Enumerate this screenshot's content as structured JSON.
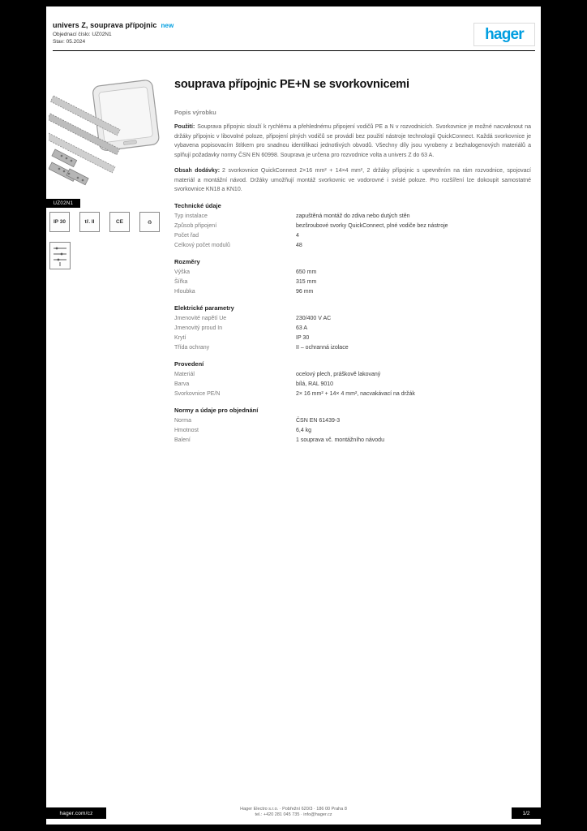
{
  "header": {
    "line1": "univers Z, souprava přípojnic",
    "new_badge": "new",
    "line2": "Objednací číslo: UZ02N1",
    "line3": "Stav: 05.2024",
    "logo": "hager"
  },
  "product": {
    "title": "souprava přípojnic PE+N se svorkovnicemi",
    "ref": "UZ02N1",
    "description_label": "Popis výrobku",
    "paragraphs": [
      {
        "lead": "Použití:",
        "text": "Souprava přípojnic slouží k rychlému a přehlednému připojení vodičů PE a N v rozvodnicích. Svorkovnice je možné nacvaknout na držáky přípojnic v libovolné poloze, připojení plných vodičů se provádí bez použití nástroje technologií QuickConnect. Každá svorkovnice je vybavena popisovacím štítkem pro snadnou identifikaci jednotlivých obvodů. Všechny díly jsou vyrobeny z bezhalogenových materiálů a splňují požadavky normy ČSN EN 60998. Souprava je určena pro rozvodnice volta a univers Z do 63 A."
      },
      {
        "lead": "Obsah dodávky:",
        "text": "2 svorkovnice QuickConnect 2×16 mm² + 14×4 mm², 2 držáky přípojnic s upevněním na rám rozvodnice, spojovací materiál a montážní návod. Držáky umožňují montáž svorkovnic ve vodorovné i svislé poloze. Pro rozšíření lze dokoupit samostatné svorkovnice KN18 a KN10."
      }
    ]
  },
  "icons": {
    "items": [
      {
        "label": "IP 30"
      },
      {
        "label": "tř. II"
      },
      {
        "label": "CE"
      },
      {
        "label": "♻"
      }
    ]
  },
  "spec": {
    "rows": [
      {
        "type": "header",
        "label": "Technické údaje"
      },
      {
        "type": "row",
        "label": "Typ instalace",
        "value": "zapuštěná montáž do zdiva nebo dutých stěn"
      },
      {
        "type": "row",
        "label": "Způsob připojení",
        "value": "bezšroubové svorky QuickConnect, plné vodiče bez nástroje"
      },
      {
        "type": "row",
        "label": "Počet řad",
        "value": "4"
      },
      {
        "type": "row",
        "label": "Celkový počet modulů",
        "value": "48"
      },
      {
        "type": "header",
        "label": "Rozměry"
      },
      {
        "type": "row",
        "label": "Výška",
        "value": "650 mm"
      },
      {
        "type": "row",
        "label": "Šířka",
        "value": "315 mm"
      },
      {
        "type": "row",
        "label": "Hloubka",
        "value": "96 mm"
      },
      {
        "type": "header",
        "label": "Elektrické parametry"
      },
      {
        "type": "row",
        "label": "Jmenovité napětí Ue",
        "value": "230/400 V AC"
      },
      {
        "type": "row",
        "label": "Jmenovitý proud In",
        "value": "63 A"
      },
      {
        "type": "row",
        "label": "Krytí",
        "value": "IP 30"
      },
      {
        "type": "row",
        "label": "Třída ochrany",
        "value": "II – ochranná izolace"
      },
      {
        "type": "header",
        "label": "Provedení"
      },
      {
        "type": "row",
        "label": "Materiál",
        "value": "ocelový plech, práškově lakovaný"
      },
      {
        "type": "row",
        "label": "Barva",
        "value": "bílá, RAL 9010"
      },
      {
        "type": "row",
        "label": "Svorkovnice PE/N",
        "value": "2× 16 mm² + 14× 4 mm², nacvakávací na držák"
      },
      {
        "type": "header",
        "label": "Normy a údaje pro objednání"
      },
      {
        "type": "row",
        "label": "Norma",
        "value": "ČSN EN 61439-3"
      },
      {
        "type": "row",
        "label": "Hmotnost",
        "value": "6,4 kg"
      },
      {
        "type": "row",
        "label": "Balení",
        "value": "1 souprava vč. montážního návodu"
      }
    ]
  },
  "footer": {
    "site": "hager.com/cz",
    "center_line1": "Hager Electro s.r.o. · Pobřežní 620/3 · 186 00 Praha 8",
    "center_line2": "tel.: +420 281 045 735 · info@hager.cz",
    "page": "1/2"
  }
}
